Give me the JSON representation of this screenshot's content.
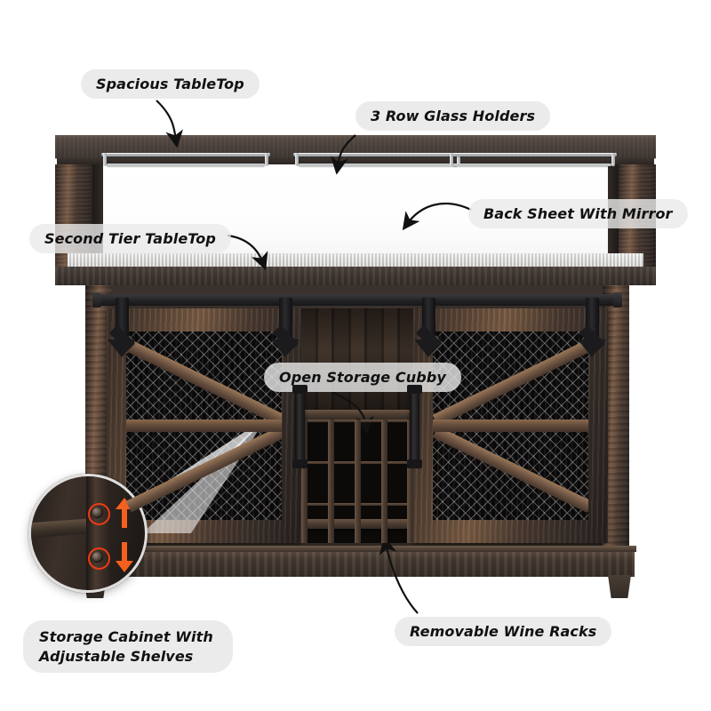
{
  "product": {
    "name": "rustic-farmhouse-bar-cabinet",
    "colors": {
      "wood_dark": "#3b322d",
      "wood_mid": "#5c4636",
      "wood_light": "#7a5c44",
      "metal_black": "#1b1b1d",
      "chrome": "#c9cdd0",
      "mirror_white": "#f4f4f4",
      "pill_bg": "#eaeaea",
      "accent_red": "#ef3b14",
      "accent_orange": "#f4601d"
    }
  },
  "annotations": [
    {
      "id": "spacious-tabletop",
      "label": "Spacious TableTop"
    },
    {
      "id": "glass-holders",
      "label": "3 Row Glass Holders"
    },
    {
      "id": "back-sheet-mirror",
      "label": "Back Sheet With Mirror"
    },
    {
      "id": "second-tier-tabletop",
      "label": "Second Tier TableTop"
    },
    {
      "id": "open-storage-cubby",
      "label": "Open Storage Cubby"
    },
    {
      "id": "removable-wine-racks",
      "label": "Removable Wine Racks"
    },
    {
      "id": "storage-cabinet-shelves",
      "label_line1": "Storage Cabinet With",
      "label_line2": "Adjustable Shelves"
    }
  ],
  "structure": {
    "glass_holder_rail_count": 3,
    "door_count": 2,
    "wine_rack_columns": 4,
    "wine_rack_rows": 3,
    "wine_rack_cells": 12,
    "magnifier_pin_holes": 2,
    "magnifier_arrows": [
      "up",
      "down"
    ]
  }
}
